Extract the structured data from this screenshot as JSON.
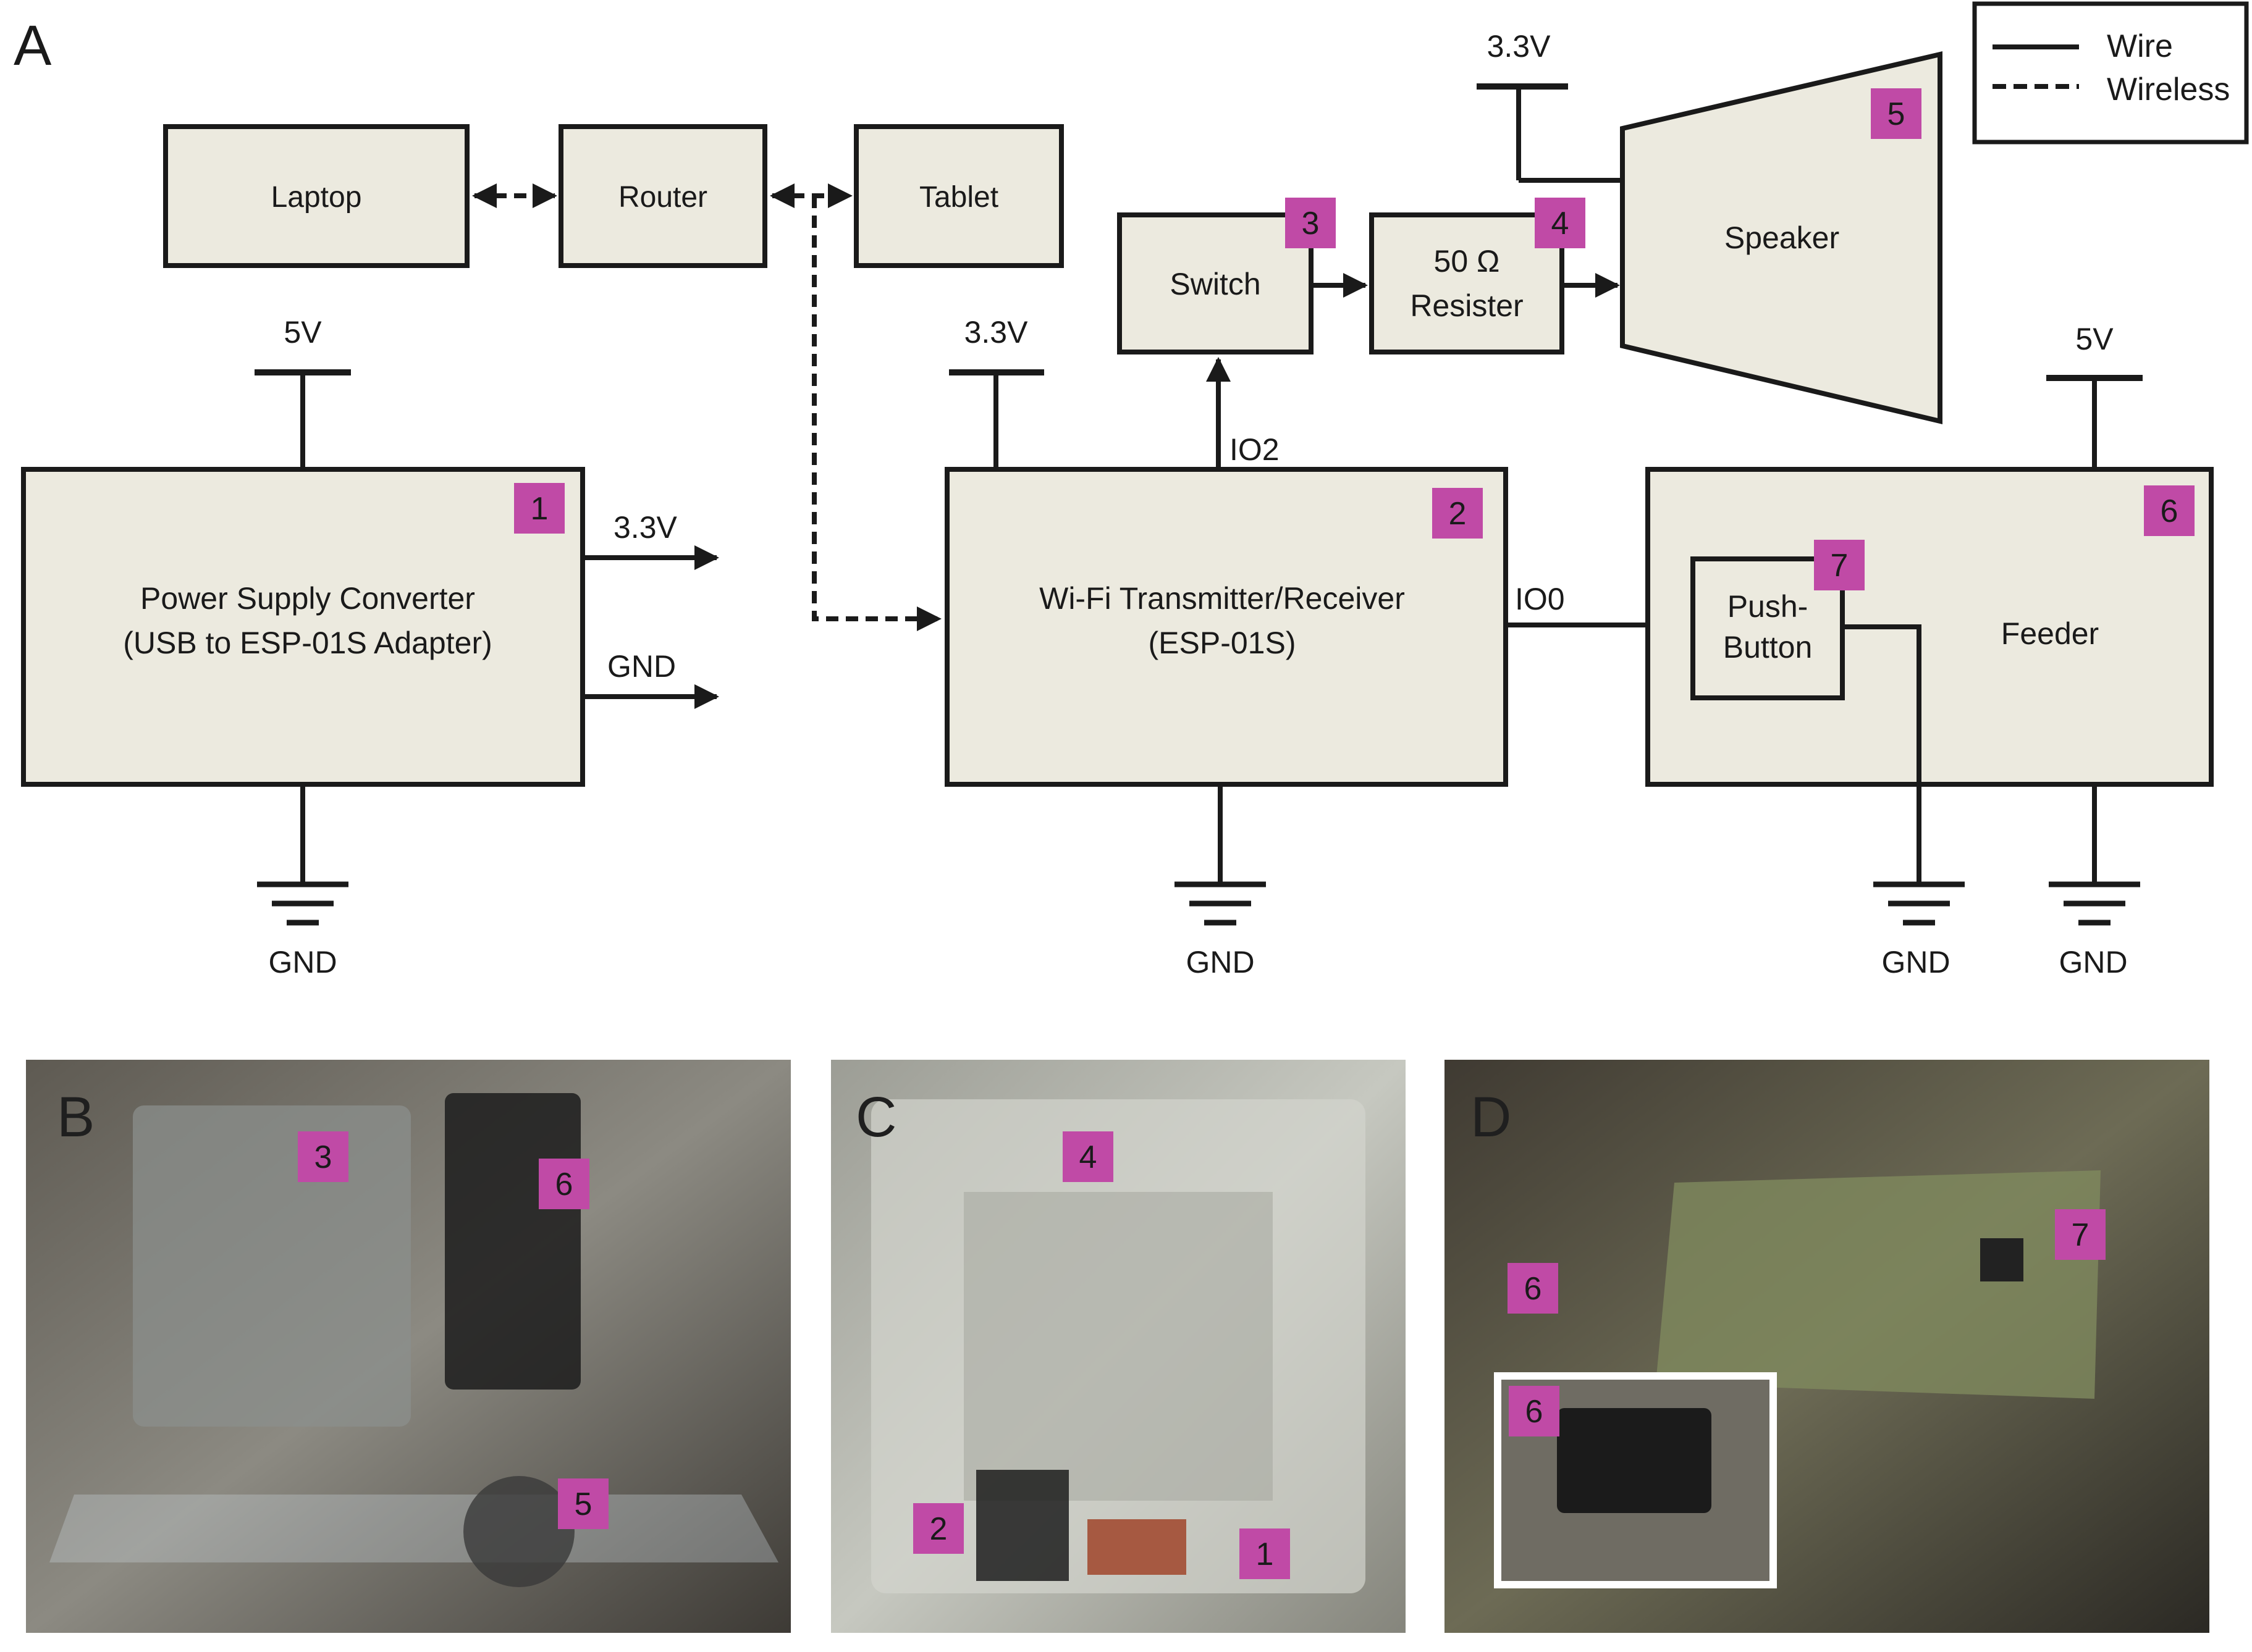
{
  "panels": {
    "A": "A",
    "B": "B",
    "C": "C",
    "D": "D"
  },
  "legend": {
    "wire": "Wire",
    "wireless": "Wireless"
  },
  "network": {
    "laptop": "Laptop",
    "router": "Router",
    "tablet": "Tablet"
  },
  "blocks": {
    "power_supply": {
      "line1": "Power Supply Converter",
      "line2": "(USB to ESP-01S Adapter)",
      "tag": "1"
    },
    "wifi": {
      "line1": "Wi-Fi Transmitter/Receiver",
      "line2": "(ESP-01S)",
      "tag": "2"
    },
    "switch": {
      "label": "Switch",
      "tag": "3"
    },
    "resistor": {
      "line1": "50 Ω",
      "line2": "Resister",
      "tag": "4"
    },
    "speaker": {
      "label": "Speaker",
      "tag": "5"
    },
    "feeder": {
      "label": "Feeder",
      "tag": "6"
    },
    "push_button": {
      "line1": "Push-",
      "line2": "Button",
      "tag": "7"
    }
  },
  "signals": {
    "ps_vin": "5V",
    "ps_out_33": "3.3V",
    "ps_out_gnd": "GND",
    "ps_gnd": "GND",
    "wifi_vin": "3.3V",
    "wifi_io2": "IO2",
    "wifi_io0": "IO0",
    "wifi_gnd": "GND",
    "speaker_vin": "3.3V",
    "feeder_vin": "5V",
    "button_gnd": "GND",
    "feeder_gnd": "GND"
  },
  "photo_tags": {
    "b": [
      "3",
      "6",
      "5"
    ],
    "c": [
      "4",
      "2",
      "1"
    ],
    "d": [
      "7",
      "6",
      "6"
    ]
  },
  "colors": {
    "block_fill": "#eceadf",
    "tag_fill": "#c04aa6",
    "line": "#1a1a1a"
  }
}
